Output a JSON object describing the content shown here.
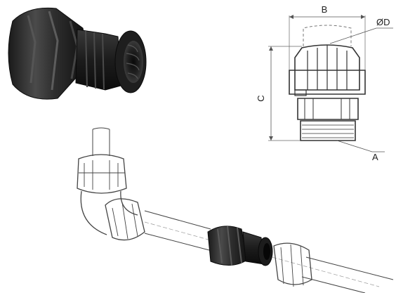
{
  "drawing": {
    "labels": {
      "width": "B",
      "diameter": "ØD",
      "height": "C",
      "thread": "A"
    }
  },
  "colors": {
    "fitting_black": "#2b2b2b",
    "fitting_dark": "#141414",
    "line": "#333333",
    "dim_line": "#555555",
    "sketch_line": "#444444"
  },
  "icons": {
    "photo": "female-adaptor-photo",
    "drawing": "dimension-drawing",
    "installation": "pipe-installation-sketch"
  }
}
